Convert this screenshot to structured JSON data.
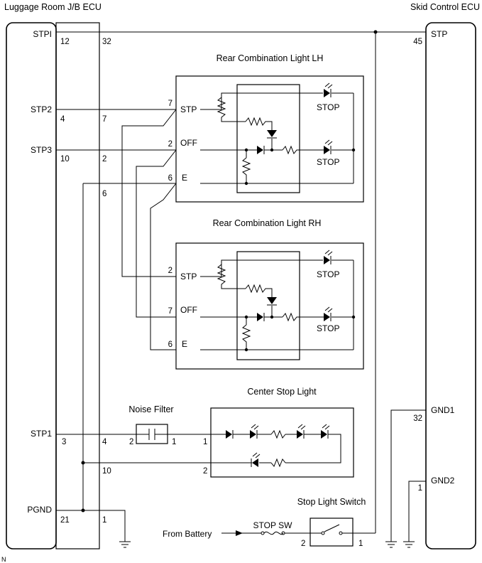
{
  "jb_ecu": {
    "title": "Luggage Room J/B ECU",
    "terminals": {
      "stpi": "STPI",
      "stp2": "STP2",
      "stp3": "STP3",
      "stp1": "STP1",
      "pgnd": "PGND"
    },
    "pins_left": {
      "stpi": "12",
      "stp2": "4",
      "stp3": "10",
      "stp1": "3",
      "pgnd": "21"
    },
    "pins_right": {
      "stpi": "32",
      "stp2": "7",
      "stp3": "2",
      "e": "6",
      "stp1": "4",
      "filter_out": "10",
      "pgnd": "1"
    }
  },
  "skid_ecu": {
    "title": "Skid Control ECU",
    "terminals": {
      "stp": "STP",
      "gnd1": "GND1",
      "gnd2": "GND2"
    },
    "pins": {
      "stp": "45",
      "gnd1": "32",
      "gnd2": "1"
    }
  },
  "rear_lh": {
    "title": "Rear Combination Light LH",
    "terminals": {
      "stp": "STP",
      "off": "OFF",
      "e": "E"
    },
    "pins": {
      "stp": "7",
      "off": "2",
      "e": "6"
    },
    "lamps": [
      "STOP",
      "STOP"
    ]
  },
  "rear_rh": {
    "title": "Rear Combination Light RH",
    "terminals": {
      "stp": "STP",
      "off": "OFF",
      "e": "E"
    },
    "pins": {
      "stp": "2",
      "off": "7",
      "e": "6"
    },
    "lamps": [
      "STOP",
      "STOP"
    ]
  },
  "noise_filter": {
    "title": "Noise Filter",
    "pin_in": "2",
    "pin_out": "1"
  },
  "center_stop": {
    "title": "Center Stop Light",
    "pin_in": "1",
    "pin_out": "2"
  },
  "stop_switch": {
    "title": "Stop Light Switch",
    "fuse_label": "STOP SW",
    "pin_in": "2",
    "pin_out": "1"
  },
  "battery_label": "From Battery",
  "corner_mark": "N"
}
